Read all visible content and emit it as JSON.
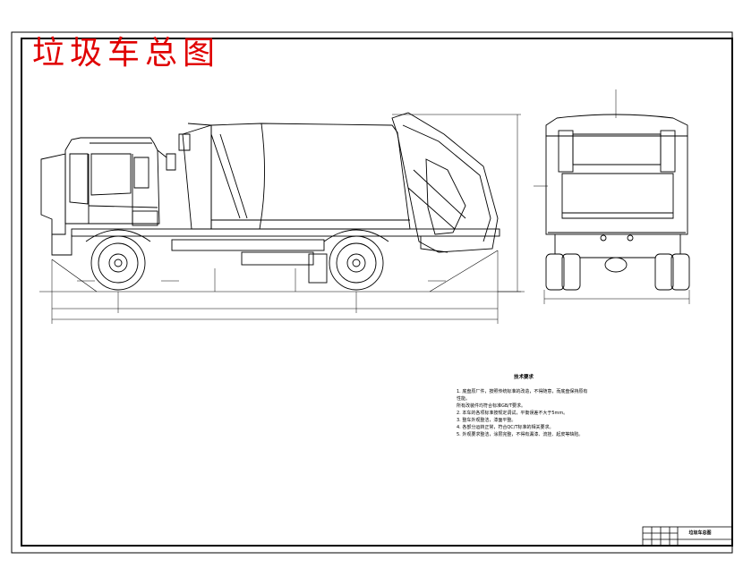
{
  "drawing": {
    "title": "垃圾车总图",
    "title_color": "#e00000",
    "line_color": "#000000",
    "background": "#ffffff"
  },
  "notes": {
    "heading": "技术要求",
    "items": [
      "1. 底盘原厂件，按照传统标准的改造，不得随意，而底盘保持原有性能。",
      "   所有改装件均符合标准GB/T要求。",
      "2. 本车的各项标准按规定调试，平衡误差不大于5mm。",
      "3. 整车外观整洁，漆面平整。",
      "4. 各部分运转正常，符合QC/T标准的相关要求。",
      "5. 外观要求整洁，涂层完整，不得有漏漆、流挂、起皮等缺陷。"
    ]
  },
  "title_block": {
    "name": "垃圾车总图"
  }
}
